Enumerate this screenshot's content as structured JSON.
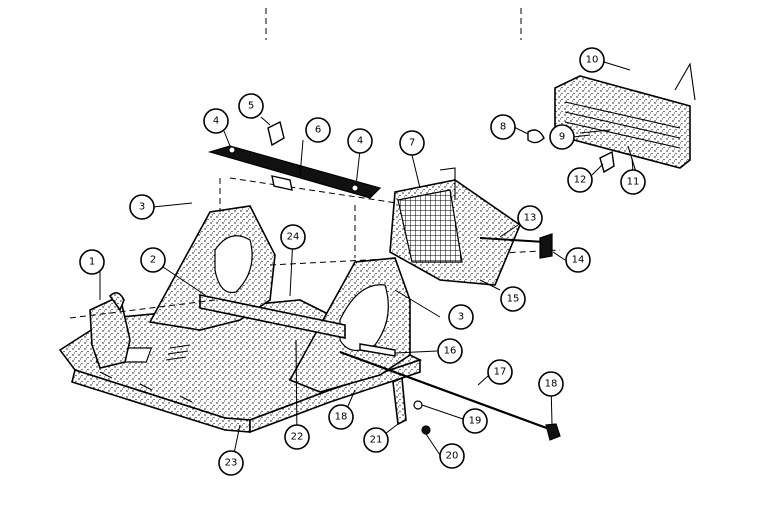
{
  "callouts": [
    {
      "label": "1"
    },
    {
      "label": "2"
    },
    {
      "label": "3"
    },
    {
      "label": "3"
    },
    {
      "label": "4"
    },
    {
      "label": "4"
    },
    {
      "label": "5"
    },
    {
      "label": "6"
    },
    {
      "label": "7"
    },
    {
      "label": "8"
    },
    {
      "label": "9"
    },
    {
      "label": "10"
    },
    {
      "label": "11"
    },
    {
      "label": "12"
    },
    {
      "label": "13"
    },
    {
      "label": "14"
    },
    {
      "label": "15"
    },
    {
      "label": "16"
    },
    {
      "label": "17"
    },
    {
      "label": "18"
    },
    {
      "label": "18"
    },
    {
      "label": "19"
    },
    {
      "label": "20"
    },
    {
      "label": "21"
    },
    {
      "label": "22"
    },
    {
      "label": "23"
    },
    {
      "label": "24"
    }
  ]
}
